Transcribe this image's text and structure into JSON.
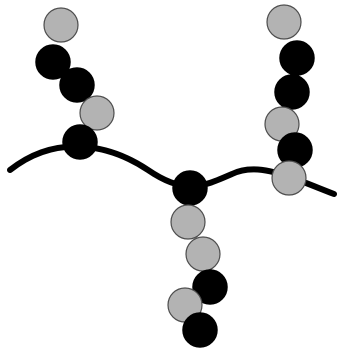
{
  "colors": {
    "background": "#ffffff",
    "backbone": "#000000",
    "dark_bead": "#000000",
    "light_bead": "#b3b3b3",
    "bead_outline": "#4d4d4d"
  },
  "diagram": {
    "backbone": {
      "shape": "wavy-line"
    },
    "chains": [
      {
        "position": "upper-left",
        "beads": [
          "light",
          "dark",
          "dark",
          "light",
          "dark"
        ]
      },
      {
        "position": "upper-right",
        "beads": [
          "light",
          "dark",
          "dark",
          "light",
          "dark",
          "light"
        ]
      },
      {
        "position": "lower-middle",
        "beads": [
          "dark",
          "light",
          "light",
          "dark",
          "light",
          "dark"
        ]
      }
    ]
  }
}
